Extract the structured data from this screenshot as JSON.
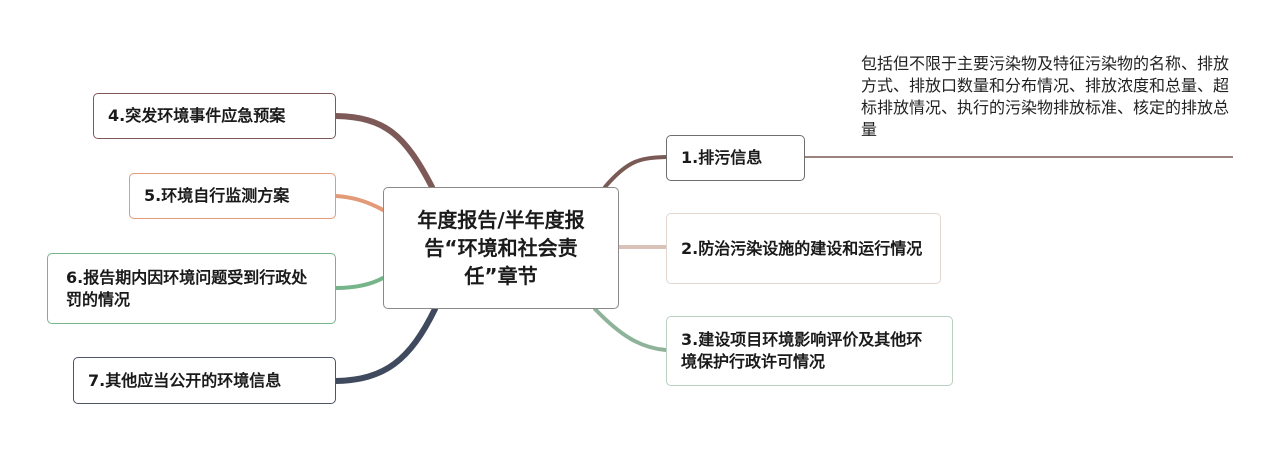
{
  "center": {
    "title": "年度报告/半年度报告“环境和社会责任”章节"
  },
  "branches": [
    {
      "label": "1.排污信息",
      "color": "#7a5a55",
      "border": "#6e6e6e"
    },
    {
      "label": "2.防治污染设施的建设和运行情况",
      "color": "#d9c2b8",
      "border": "#e2d6cf"
    },
    {
      "label": "3.建设项目环境影响评价及其他环境保护行政许可情况",
      "color": "#8fb39a",
      "border": "#b9cfc0"
    },
    {
      "label": "4.突发环境事件应急预案",
      "color": "#7d5a58",
      "border": "#7d5a58"
    },
    {
      "label": "5.环境自行监测方案",
      "color": "#e39a78",
      "border": "#e39a78"
    },
    {
      "label": "6.报告期内因环境问题受到行政处罚的情况",
      "color": "#76b58a",
      "border": "#76b58a"
    },
    {
      "label": "7.其他应当公开的环境信息",
      "color": "#3f4a5e",
      "border": "#4e5565"
    }
  ],
  "note": {
    "text": "包括但不限于主要污染物及特征污染物的名称、排放方式、排放口数量和分布情况、排放浓度和总量、超标排放情况、执行的污染物排放标准、核定的排放总量",
    "line_color": "#7a5a55"
  }
}
